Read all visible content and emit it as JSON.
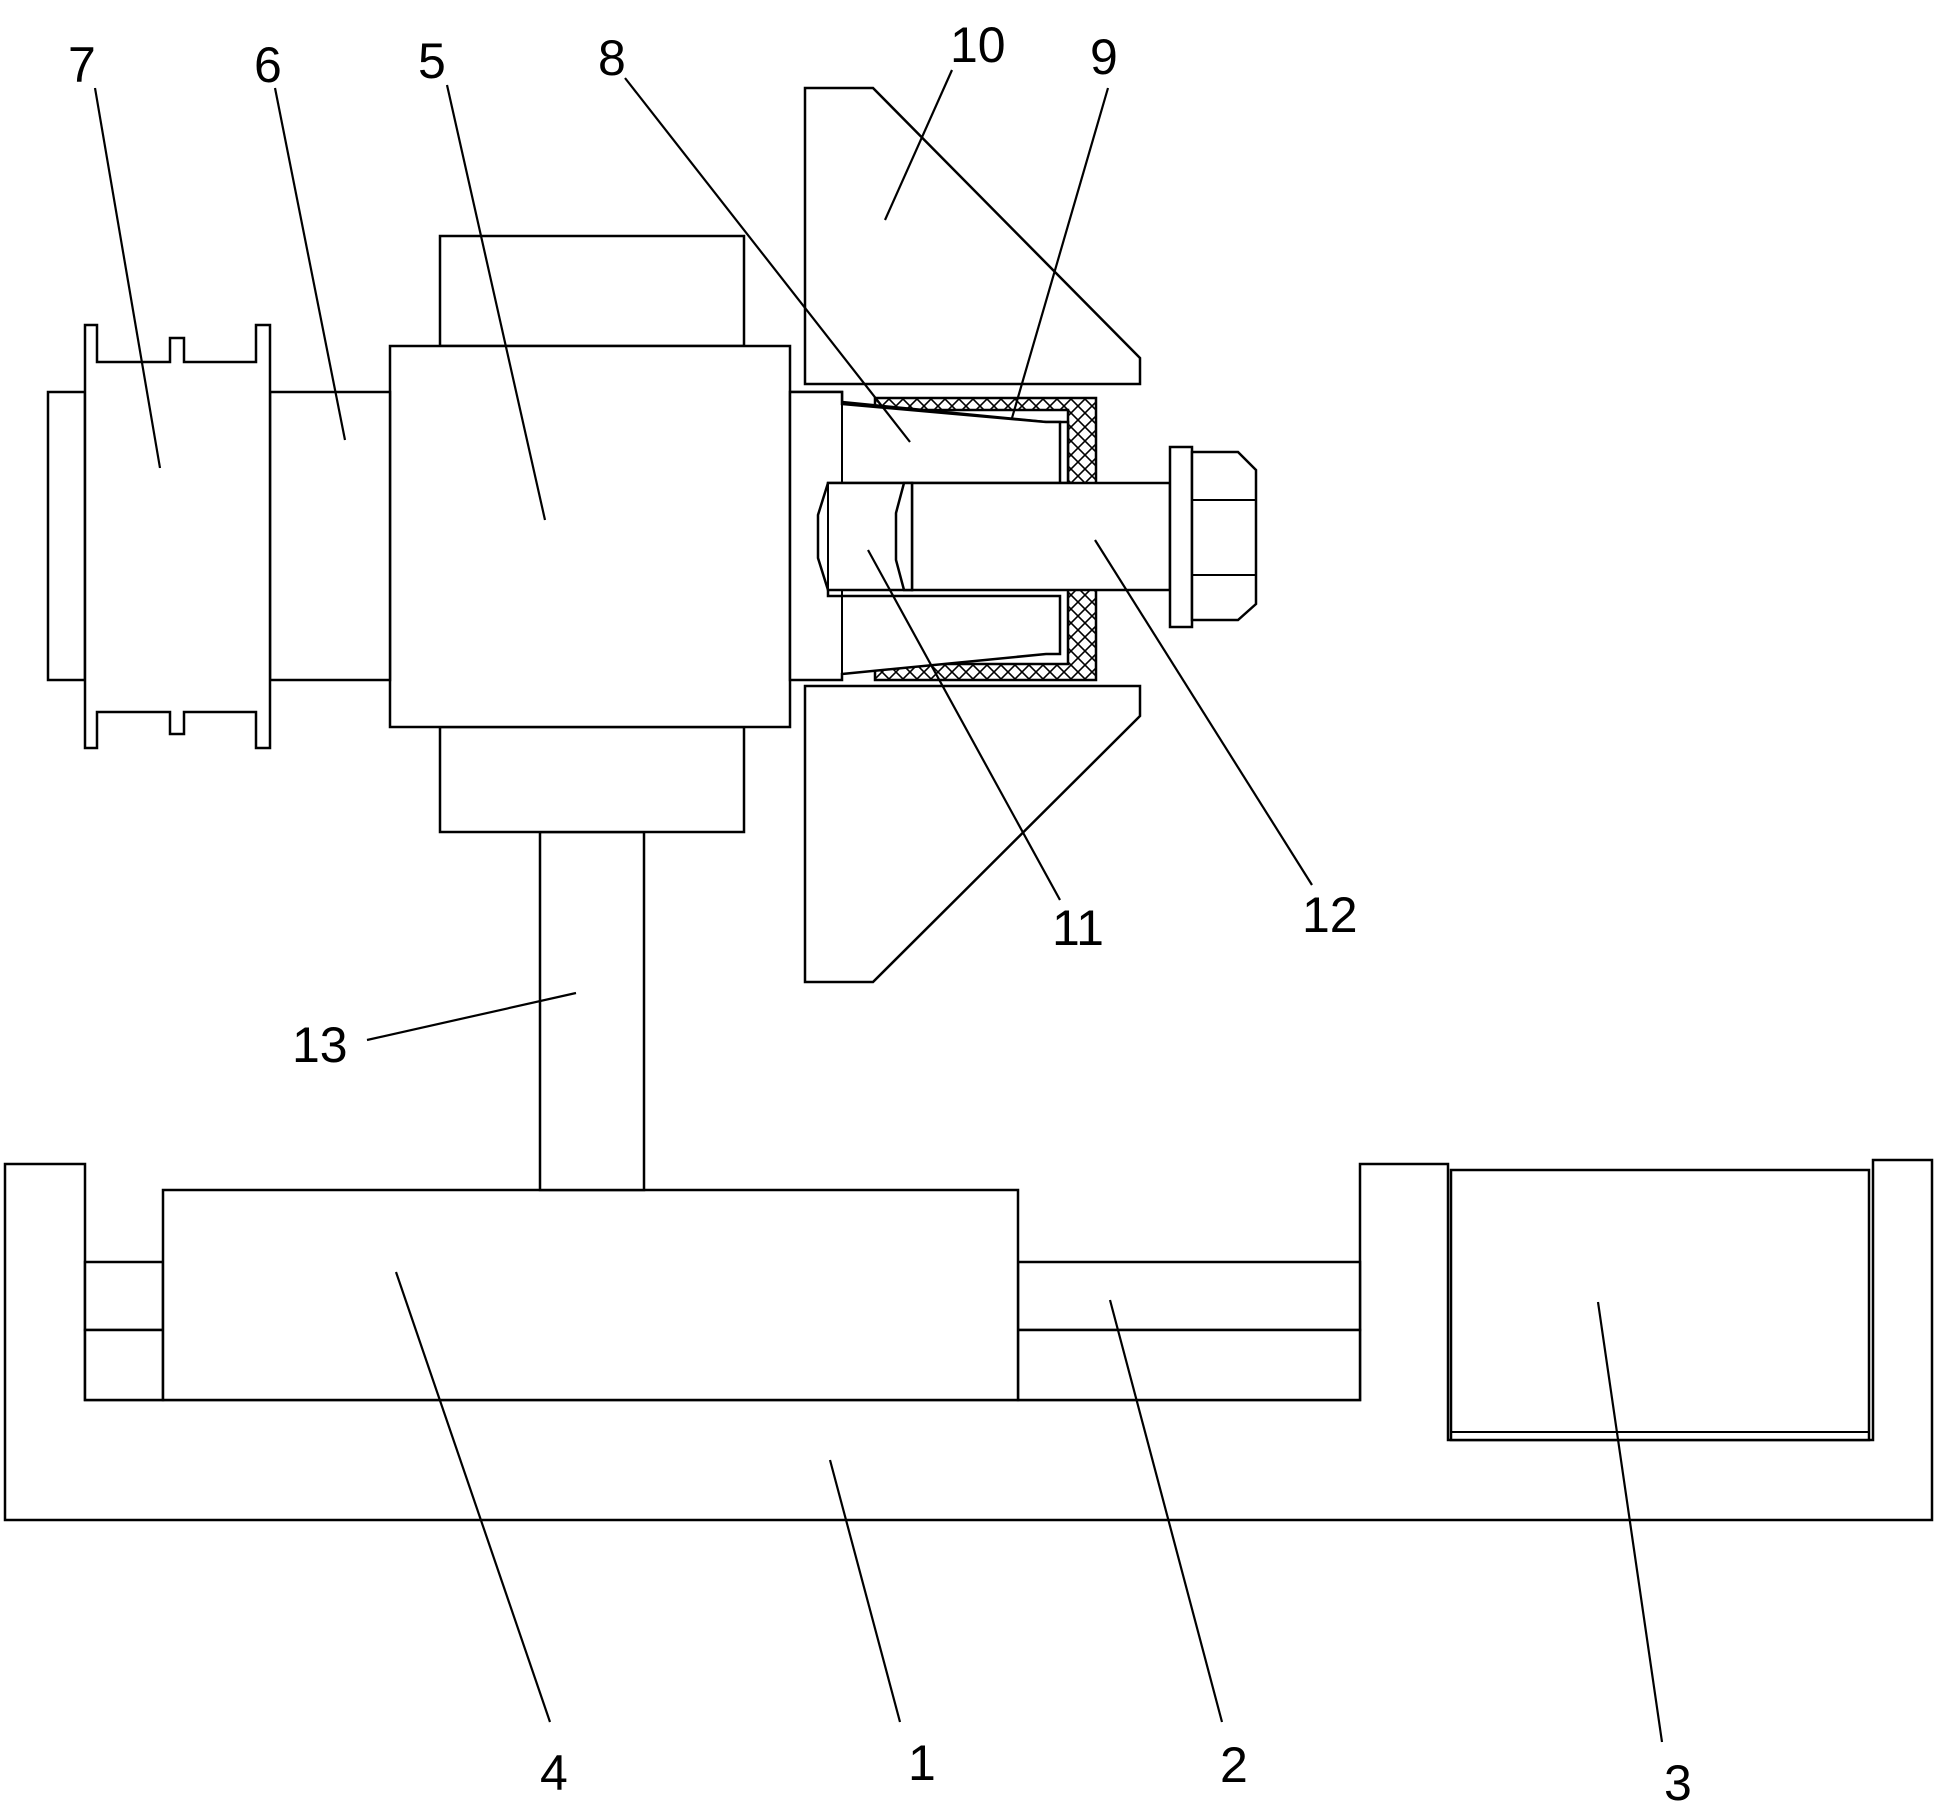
{
  "labels": {
    "n1": "1",
    "n2": "2",
    "n3": "3",
    "n4": "4",
    "n5": "5",
    "n6": "6",
    "n7": "7",
    "n8": "8",
    "n9": "9",
    "n10": "10",
    "n11": "11",
    "n12": "12",
    "n13": "13"
  },
  "colors": {
    "line": "#000000",
    "background": "#ffffff",
    "hatch": "#000000"
  }
}
